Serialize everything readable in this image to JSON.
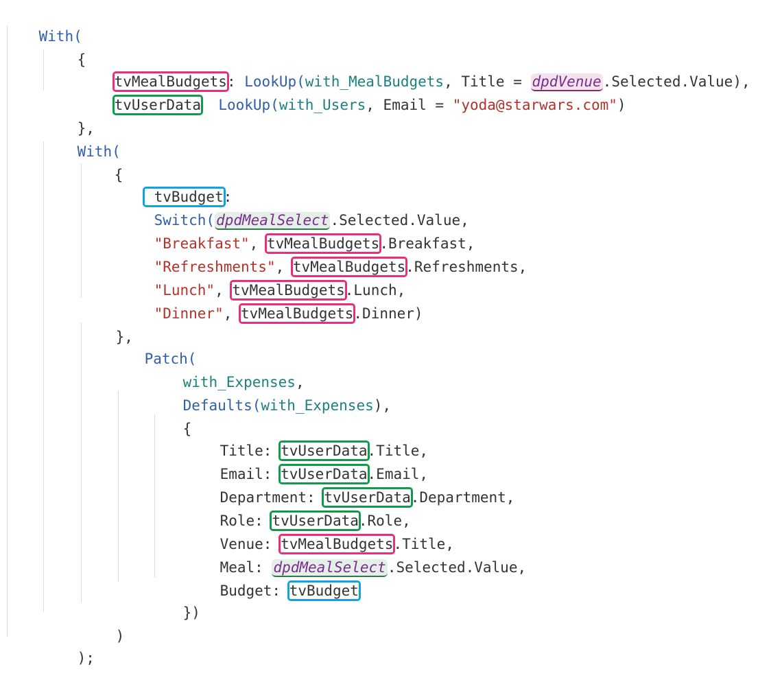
{
  "code": {
    "l1": {
      "with": "With("
    },
    "l2": {
      "brace": "{"
    },
    "l3": {
      "var": "tvMealBudgets",
      "colon": ":",
      "sp": " ",
      "fn": "LookUp(",
      "tbl": "with_MealBudgets",
      "mid": ", Title = ",
      "ctl": "dpdVenue",
      "tail": ".Selected.Value),"
    },
    "l4": {
      "var": "tvUserData",
      "sp": "  ",
      "fn": "LookUp(",
      "tbl": "with_Users",
      "mid": ", Email = ",
      "str": "\"yoda@starwars.com\"",
      "tail": ")"
    },
    "l5": {
      "close": "},"
    },
    "l6": {
      "with": "With("
    },
    "l7": {
      "brace": "{"
    },
    "l8": {
      "var": "tvBudget",
      "colon": ":"
    },
    "l9": {
      "fn": "Switch(",
      "ctl": "dpdMealSelect",
      "tail": ".Selected.Value,"
    },
    "l10": {
      "str": "\"Breakfast\"",
      "sep": ", ",
      "var": "tvMealBudgets",
      "tail": ".Breakfast,"
    },
    "l11": {
      "str": "\"Refreshments\"",
      "sep": ", ",
      "var": "tvMealBudgets",
      "tail": ".Refreshments,"
    },
    "l12": {
      "str": "\"Lunch\"",
      "sep": ", ",
      "var": "tvMealBudgets",
      "tail": ".Lunch,"
    },
    "l13": {
      "str": "\"Dinner\"",
      "sep": ", ",
      "var": "tvMealBudgets",
      "tail": ".Dinner)"
    },
    "l14": {
      "close": "},"
    },
    "l15": {
      "fn": "Patch("
    },
    "l16": {
      "tbl": "with_Expenses",
      "tail": ","
    },
    "l17": {
      "fn": "Defaults(",
      "tbl": "with_Expenses",
      "tail": "),"
    },
    "l18": {
      "brace": "{"
    },
    "l19": {
      "key": "Title: ",
      "var": "tvUserData",
      "tail": ".Title,"
    },
    "l20": {
      "key": "Email: ",
      "var": "tvUserData",
      "tail": ".Email,"
    },
    "l21": {
      "key": "Department: ",
      "var": "tvUserData",
      "tail": ".Department,"
    },
    "l22": {
      "key": "Role: ",
      "var": "tvUserData",
      "tail": ".Role,"
    },
    "l23": {
      "key": "Venue: ",
      "var": "tvMealBudgets",
      "tail": ".Title,"
    },
    "l24": {
      "key": "Meal: ",
      "ctl": "dpdMealSelect",
      "tail": ".Selected.Value,"
    },
    "l25": {
      "key": "Budget: ",
      "var": "tvBudget"
    },
    "l26": {
      "close": "})"
    },
    "l27": {
      "close": ")"
    },
    "l28": {
      "close": ");"
    }
  },
  "colors": {
    "function": "#2f5fa8",
    "table": "#1d8080",
    "string": "#b3312a",
    "control": "#7a2d8c",
    "box_meal_budgets": "#e8307a",
    "box_user_data": "#119a4a",
    "box_budget": "#10a3e4"
  }
}
